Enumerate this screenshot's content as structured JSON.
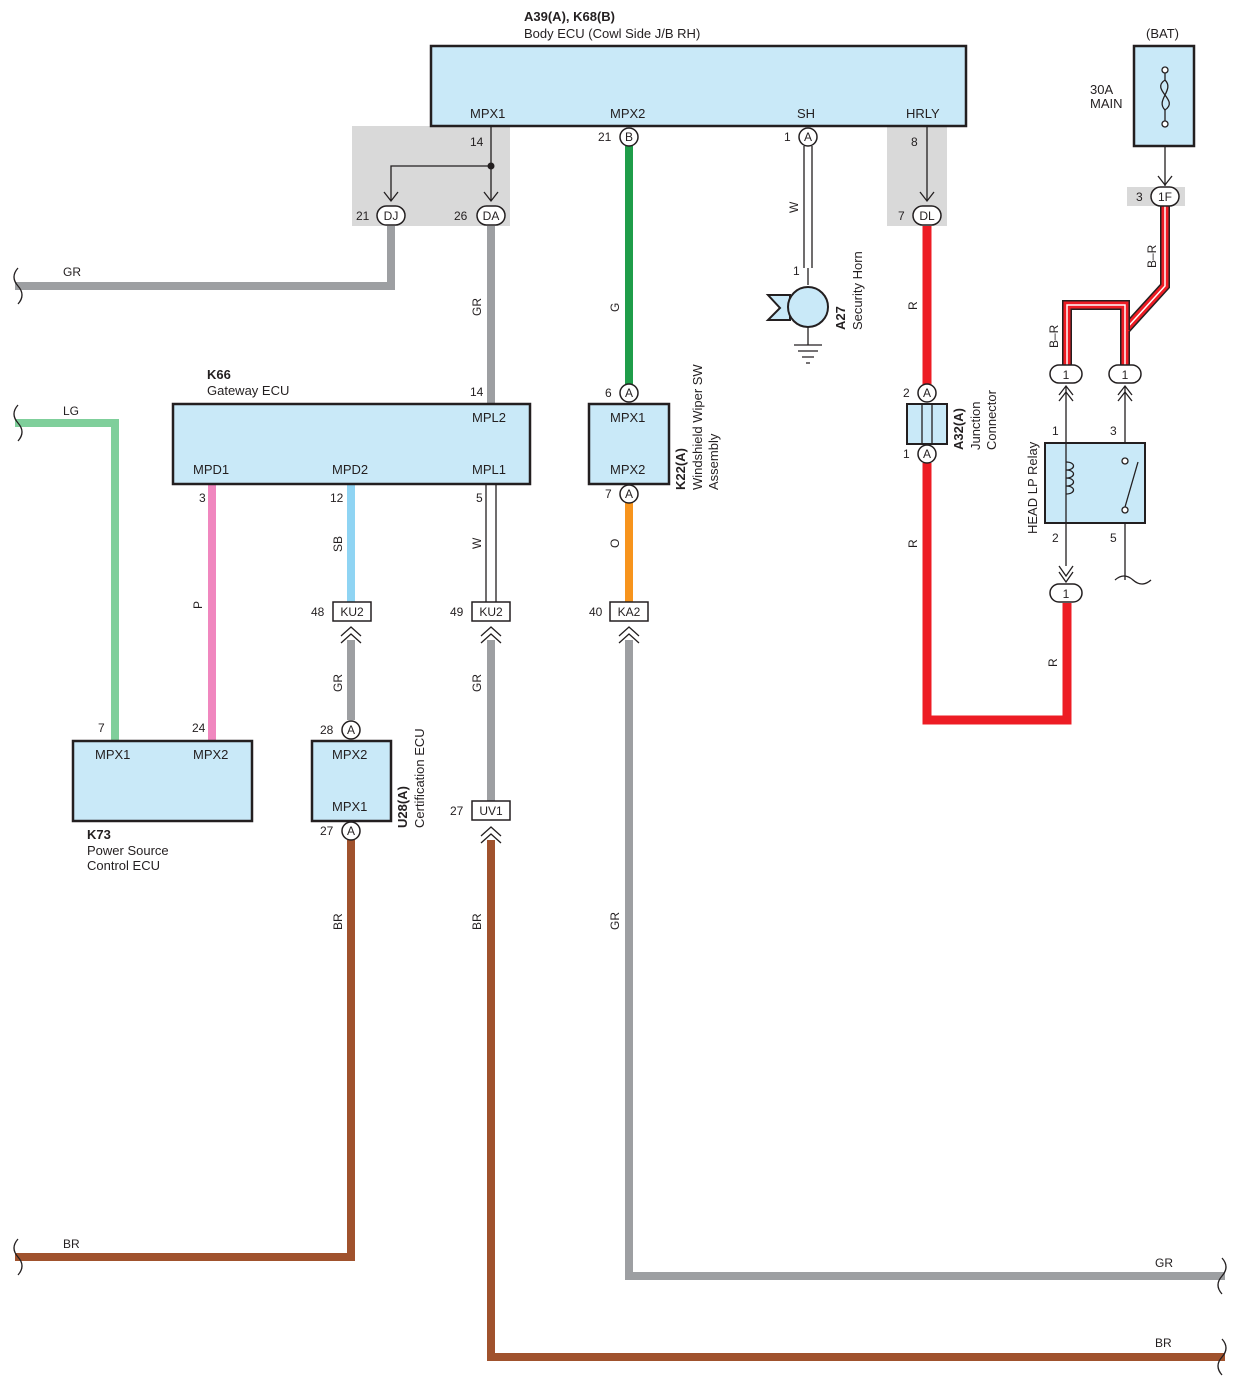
{
  "components": {
    "body_ecu": {
      "code": "A39(A), K68(B)",
      "name": "Body ECU (Cowl Side J/B RH)",
      "pins": {
        "mpx1": {
          "label": "MPX1",
          "num": "14"
        },
        "mpx2": {
          "label": "MPX2",
          "num": "21",
          "conn": "B"
        },
        "sh": {
          "label": "SH",
          "num": "1",
          "conn": "A"
        },
        "hrly": {
          "label": "HRLY",
          "num": "8"
        }
      }
    },
    "gateway_ecu": {
      "code": "K66",
      "name": "Gateway ECU",
      "pins": {
        "mpl2": {
          "label": "MPL2",
          "num": "14"
        },
        "mpd1": {
          "label": "MPD1",
          "num": "3"
        },
        "mpd2": {
          "label": "MPD2",
          "num": "12"
        },
        "mpl1": {
          "label": "MPL1",
          "num": "5"
        }
      }
    },
    "wiper_sw": {
      "code": "K22(A)",
      "name_line1": "Windshield Wiper SW",
      "name_line2": "Assembly",
      "pins": {
        "mpx1": {
          "label": "MPX1",
          "num": "6",
          "conn": "A"
        },
        "mpx2": {
          "label": "MPX2",
          "num": "7",
          "conn": "A"
        }
      }
    },
    "power_source_ecu": {
      "code": "K73",
      "name_line1": "Power Source",
      "name_line2": "Control ECU",
      "pins": {
        "mpx1": {
          "label": "MPX1",
          "num": "7"
        },
        "mpx2": {
          "label": "MPX2",
          "num": "24"
        }
      }
    },
    "certification_ecu": {
      "code": "U28(A)",
      "name": "Certification ECU",
      "pins": {
        "mpx2": {
          "label": "MPX2",
          "num": "28",
          "conn": "A"
        },
        "mpx1": {
          "label": "MPX1",
          "num": "27",
          "conn": "A"
        }
      }
    },
    "security_horn": {
      "code": "A27",
      "name": "Security Horn",
      "pin": "1"
    },
    "junction_connector": {
      "code": "A32(A)",
      "name_line1": "Junction",
      "name_line2": "Connector",
      "pin_top": "2",
      "pin_bottom": "1",
      "conn": "A"
    },
    "head_lp_relay": {
      "name": "HEAD LP Relay",
      "pins": [
        "1",
        "3",
        "2",
        "5"
      ]
    },
    "fuse": {
      "source": "(BAT)",
      "rating": "30A",
      "name": "MAIN"
    }
  },
  "connectors": [
    {
      "id": "DJ",
      "num": "21"
    },
    {
      "id": "DA",
      "num": "26"
    },
    {
      "id": "DL",
      "num": "7"
    },
    {
      "id": "1F",
      "num": "3"
    },
    {
      "id": "KU2",
      "num": "48"
    },
    {
      "id": "KU2",
      "num": "49"
    },
    {
      "id": "KA2",
      "num": "40"
    },
    {
      "id": "UV1",
      "num": "27"
    },
    {
      "id": "1",
      "num": ""
    }
  ],
  "wire_colors": {
    "GR": "#9d9fa2",
    "G": "#1f9d49",
    "W": "#ffffff",
    "R": "#ed1c24",
    "LG": "#7fcf9b",
    "P": "#f087bf",
    "SB": "#8fd4f3",
    "O": "#f7941d",
    "BR": "#a0522d",
    "B-R": "#c0282d"
  },
  "wire_labels": {
    "gr": "GR",
    "g": "G",
    "w": "W",
    "r": "R",
    "lg": "LG",
    "p": "P",
    "sb": "SB",
    "o": "O",
    "br": "BR",
    "br_red": "B–R"
  }
}
